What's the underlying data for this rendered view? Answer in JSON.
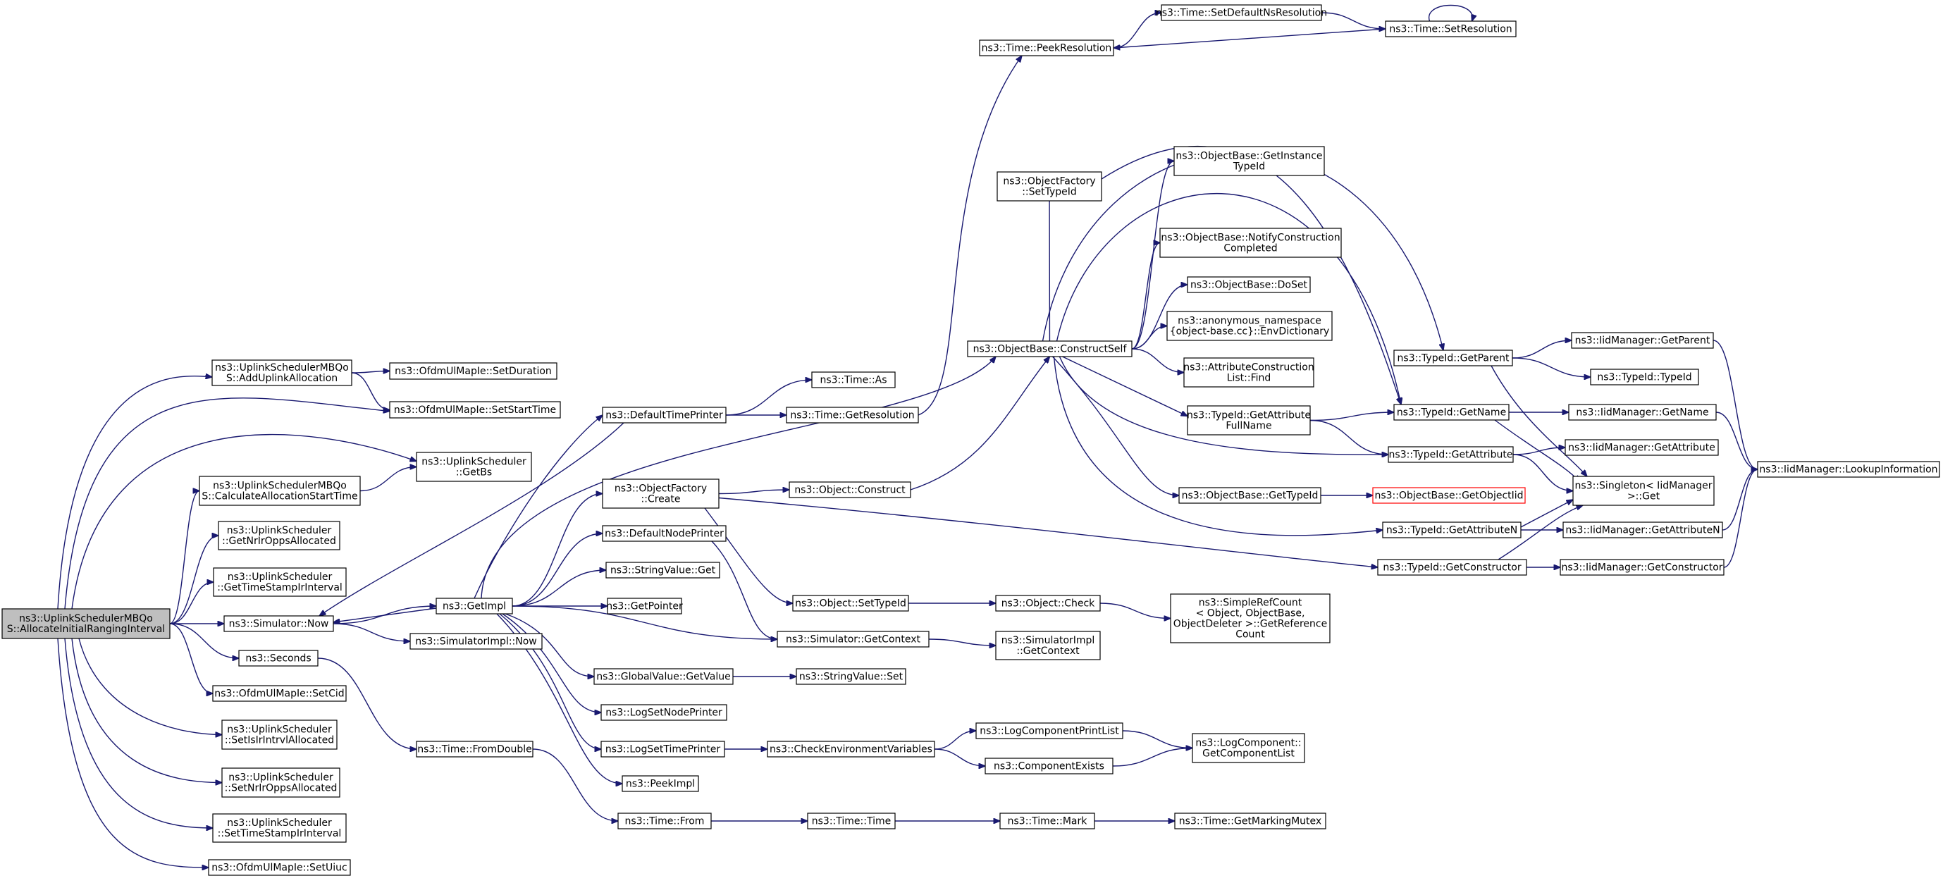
{
  "graph": {
    "edge_color": "#191970",
    "root_fill": "#bfbfbf",
    "external_border": "#ff0000",
    "nodes": [
      {
        "id": "root",
        "lines": [
          "ns3::UplinkSchedulerMBQo",
          "S::AllocateInitialRangingInterval"
        ]
      },
      {
        "id": "addUplink",
        "lines": [
          "ns3::UplinkSchedulerMBQo",
          "S::AddUplinkAllocation"
        ]
      },
      {
        "id": "setDuration",
        "lines": [
          "ns3::OfdmUlMapIe::SetDuration"
        ]
      },
      {
        "id": "setStartTime",
        "lines": [
          "ns3::OfdmUlMapIe::SetStartTime"
        ]
      },
      {
        "id": "getBs",
        "lines": [
          "ns3::UplinkScheduler",
          "::GetBs"
        ]
      },
      {
        "id": "calcAlloc",
        "lines": [
          "ns3::UplinkSchedulerMBQo",
          "S::CalculateAllocationStartTime"
        ]
      },
      {
        "id": "getNrIr",
        "lines": [
          "ns3::UplinkScheduler",
          "::GetNrIrOppsAllocated"
        ]
      },
      {
        "id": "getTimeStamp",
        "lines": [
          "ns3::UplinkScheduler",
          "::GetTimeStampIrInterval"
        ]
      },
      {
        "id": "simNow",
        "lines": [
          "ns3::Simulator::Now"
        ]
      },
      {
        "id": "seconds",
        "lines": [
          "ns3::Seconds"
        ]
      },
      {
        "id": "setCid",
        "lines": [
          "ns3::OfdmUlMapIe::SetCid"
        ]
      },
      {
        "id": "setIsIr",
        "lines": [
          "ns3::UplinkScheduler",
          "::SetIsIrIntrvlAllocated"
        ]
      },
      {
        "id": "setNrIr",
        "lines": [
          "ns3::UplinkScheduler",
          "::SetNrIrOppsAllocated"
        ]
      },
      {
        "id": "setTimeStamp",
        "lines": [
          "ns3::UplinkScheduler",
          "::SetTimeStampIrInterval"
        ]
      },
      {
        "id": "setUiuc",
        "lines": [
          "ns3::OfdmUlMapIe::SetUiuc"
        ]
      },
      {
        "id": "getImpl",
        "lines": [
          "ns3::GetImpl"
        ]
      },
      {
        "id": "simImplNow",
        "lines": [
          "ns3::SimulatorImpl::Now"
        ]
      },
      {
        "id": "fromDouble",
        "lines": [
          "ns3::Time::FromDouble"
        ]
      },
      {
        "id": "defTimePrinter",
        "lines": [
          "ns3::DefaultTimePrinter"
        ]
      },
      {
        "id": "objFactCreate",
        "lines": [
          "ns3::ObjectFactory",
          "::Create"
        ]
      },
      {
        "id": "defNodePrinter",
        "lines": [
          "ns3::DefaultNodePrinter"
        ]
      },
      {
        "id": "strValGet",
        "lines": [
          "ns3::StringValue::Get"
        ]
      },
      {
        "id": "getPointer",
        "lines": [
          "ns3::GetPointer"
        ]
      },
      {
        "id": "gvGetValue",
        "lines": [
          "ns3::GlobalValue::GetValue"
        ]
      },
      {
        "id": "logSetNode",
        "lines": [
          "ns3::LogSetNodePrinter"
        ]
      },
      {
        "id": "logSetTime",
        "lines": [
          "ns3::LogSetTimePrinter"
        ]
      },
      {
        "id": "peekImpl",
        "lines": [
          "ns3::PeekImpl"
        ]
      },
      {
        "id": "timeFrom",
        "lines": [
          "ns3::Time::From"
        ]
      },
      {
        "id": "timeAs",
        "lines": [
          "ns3::Time::As"
        ]
      },
      {
        "id": "timeGetRes",
        "lines": [
          "ns3::Time::GetResolution"
        ]
      },
      {
        "id": "objConstruct",
        "lines": [
          "ns3::Object::Construct"
        ]
      },
      {
        "id": "objSetTypeId",
        "lines": [
          "ns3::Object::SetTypeId"
        ]
      },
      {
        "id": "simGetContext",
        "lines": [
          "ns3::Simulator::GetContext"
        ]
      },
      {
        "id": "strValSet",
        "lines": [
          "ns3::StringValue::Set"
        ]
      },
      {
        "id": "checkEnv",
        "lines": [
          "ns3::CheckEnvironmentVariables"
        ]
      },
      {
        "id": "timeTime",
        "lines": [
          "ns3::Time::Time"
        ]
      },
      {
        "id": "timePeekRes",
        "lines": [
          "ns3::Time::PeekResolution"
        ]
      },
      {
        "id": "setDefNsRes",
        "lines": [
          "ns3::Time::SetDefaultNsResolution"
        ]
      },
      {
        "id": "timeSetRes",
        "lines": [
          "ns3::Time::SetResolution"
        ]
      },
      {
        "id": "objFactSetTypeId",
        "lines": [
          "ns3::ObjectFactory",
          "::SetTypeId"
        ]
      },
      {
        "id": "obConstructSelf",
        "lines": [
          "ns3::ObjectBase::ConstructSelf"
        ]
      },
      {
        "id": "objCheck",
        "lines": [
          "ns3::Object::Check"
        ]
      },
      {
        "id": "simImplGetContext",
        "lines": [
          "ns3::SimulatorImpl",
          "::GetContext"
        ]
      },
      {
        "id": "logCompPrintList",
        "lines": [
          "ns3::LogComponentPrintList"
        ]
      },
      {
        "id": "compExists",
        "lines": [
          "ns3::ComponentExists"
        ]
      },
      {
        "id": "timeMark",
        "lines": [
          "ns3::Time::Mark"
        ]
      },
      {
        "id": "obGetInstance",
        "lines": [
          "ns3::ObjectBase::GetInstance",
          "TypeId"
        ]
      },
      {
        "id": "obNotify",
        "lines": [
          "ns3::ObjectBase::NotifyConstruction",
          "Completed"
        ]
      },
      {
        "id": "obDoSet",
        "lines": [
          "ns3::ObjectBase::DoSet"
        ]
      },
      {
        "id": "anonEnvDict",
        "lines": [
          "ns3::anonymous_namespace",
          "{object-base.cc}::EnvDictionary"
        ]
      },
      {
        "id": "attrConsFind",
        "lines": [
          "ns3::AttributeConstruction",
          "List::Find"
        ]
      },
      {
        "id": "tidGetAttrFull",
        "lines": [
          "ns3::TypeId::GetAttribute",
          "FullName"
        ]
      },
      {
        "id": "obGetTypeId",
        "lines": [
          "ns3::ObjectBase::GetTypeId"
        ]
      },
      {
        "id": "simpleRefCount",
        "lines": [
          "ns3::SimpleRefCount",
          "< Object, ObjectBase,",
          "ObjectDeleter >::GetReference",
          "Count"
        ]
      },
      {
        "id": "logCompGetList",
        "lines": [
          "ns3::LogComponent::",
          "GetComponentList"
        ]
      },
      {
        "id": "timeGetMarking",
        "lines": [
          "ns3::Time::GetMarkingMutex"
        ]
      },
      {
        "id": "obGetObjectIid",
        "lines": [
          "ns3::ObjectBase::GetObjectIid"
        ],
        "external": true
      },
      {
        "id": "tidGetParent",
        "lines": [
          "ns3::TypeId::GetParent"
        ]
      },
      {
        "id": "tidGetName",
        "lines": [
          "ns3::TypeId::GetName"
        ]
      },
      {
        "id": "tidGetAttribute",
        "lines": [
          "ns3::TypeId::GetAttribute"
        ]
      },
      {
        "id": "tidGetAttributeN",
        "lines": [
          "ns3::TypeId::GetAttributeN"
        ]
      },
      {
        "id": "tidGetConstructor",
        "lines": [
          "ns3::TypeId::GetConstructor"
        ]
      },
      {
        "id": "iidGetParent",
        "lines": [
          "ns3::IidManager::GetParent"
        ]
      },
      {
        "id": "tidTypeId",
        "lines": [
          "ns3::TypeId::TypeId"
        ]
      },
      {
        "id": "iidGetName",
        "lines": [
          "ns3::IidManager::GetName"
        ]
      },
      {
        "id": "iidGetAttribute",
        "lines": [
          "ns3::IidManager::GetAttribute"
        ]
      },
      {
        "id": "singletonGet",
        "lines": [
          "ns3::Singleton< IidManager",
          " >::Get"
        ]
      },
      {
        "id": "iidGetAttributeN",
        "lines": [
          "ns3::IidManager::GetAttributeN"
        ]
      },
      {
        "id": "iidGetConstructor",
        "lines": [
          "ns3::IidManager::GetConstructor"
        ]
      },
      {
        "id": "iidLookup",
        "lines": [
          "ns3::IidManager::LookupInformation"
        ]
      }
    ],
    "edges": [
      [
        "root",
        "addUplink"
      ],
      [
        "root",
        "setStartTime"
      ],
      [
        "root",
        "getBs"
      ],
      [
        "root",
        "calcAlloc"
      ],
      [
        "root",
        "getNrIr"
      ],
      [
        "root",
        "getTimeStamp"
      ],
      [
        "root",
        "simNow"
      ],
      [
        "root",
        "seconds"
      ],
      [
        "root",
        "setCid"
      ],
      [
        "root",
        "setIsIr"
      ],
      [
        "root",
        "setNrIr"
      ],
      [
        "root",
        "setTimeStamp"
      ],
      [
        "root",
        "setUiuc"
      ],
      [
        "addUplink",
        "setDuration"
      ],
      [
        "addUplink",
        "setStartTime"
      ],
      [
        "calcAlloc",
        "getBs"
      ],
      [
        "simNow",
        "getImpl"
      ],
      [
        "simNow",
        "simImplNow"
      ],
      [
        "seconds",
        "fromDouble"
      ],
      [
        "getImpl",
        "defTimePrinter"
      ],
      [
        "getImpl",
        "objFactCreate"
      ],
      [
        "getImpl",
        "defNodePrinter"
      ],
      [
        "getImpl",
        "strValGet"
      ],
      [
        "getImpl",
        "getPointer"
      ],
      [
        "getImpl",
        "gvGetValue"
      ],
      [
        "getImpl",
        "logSetNode"
      ],
      [
        "getImpl",
        "logSetTime"
      ],
      [
        "getImpl",
        "peekImpl"
      ],
      [
        "getImpl",
        "simNow"
      ],
      [
        "getImpl",
        "simGetContext"
      ],
      [
        "getImpl",
        "obConstructSelf"
      ],
      [
        "fromDouble",
        "timeFrom"
      ],
      [
        "defTimePrinter",
        "timeAs"
      ],
      [
        "defTimePrinter",
        "timeGetRes"
      ],
      [
        "defTimePrinter",
        "simNow"
      ],
      [
        "objFactCreate",
        "objConstruct"
      ],
      [
        "objFactCreate",
        "objSetTypeId"
      ],
      [
        "objFactCreate",
        "tidGetConstructor"
      ],
      [
        "defNodePrinter",
        "simGetContext"
      ],
      [
        "gvGetValue",
        "strValSet"
      ],
      [
        "logSetTime",
        "checkEnv"
      ],
      [
        "timeFrom",
        "timeTime"
      ],
      [
        "timeGetRes",
        "timePeekRes"
      ],
      [
        "objConstruct",
        "obConstructSelf"
      ],
      [
        "objSetTypeId",
        "objCheck"
      ],
      [
        "simGetContext",
        "simImplGetContext"
      ],
      [
        "checkEnv",
        "logCompPrintList"
      ],
      [
        "checkEnv",
        "compExists"
      ],
      [
        "timeTime",
        "timeMark"
      ],
      [
        "timePeekRes",
        "setDefNsRes"
      ],
      [
        "setDefNsRes",
        "timeSetRes"
      ],
      [
        "timeSetRes",
        "timePeekRes"
      ],
      [
        "timeSetRes",
        "timeSetRes"
      ],
      [
        "objFactSetTypeId",
        "tidGetName"
      ],
      [
        "obConstructSelf",
        "objFactSetTypeId"
      ],
      [
        "obConstructSelf",
        "obGetInstance"
      ],
      [
        "obConstructSelf",
        "obNotify"
      ],
      [
        "obConstructSelf",
        "obDoSet"
      ],
      [
        "obConstructSelf",
        "anonEnvDict"
      ],
      [
        "obConstructSelf",
        "attrConsFind"
      ],
      [
        "obConstructSelf",
        "tidGetAttrFull"
      ],
      [
        "obConstructSelf",
        "obGetTypeId"
      ],
      [
        "obConstructSelf",
        "tidGetParent"
      ],
      [
        "obConstructSelf",
        "tidGetName"
      ],
      [
        "obConstructSelf",
        "tidGetAttribute"
      ],
      [
        "obConstructSelf",
        "tidGetAttributeN"
      ],
      [
        "objCheck",
        "simpleRefCount"
      ],
      [
        "logCompPrintList",
        "logCompGetList"
      ],
      [
        "compExists",
        "logCompGetList"
      ],
      [
        "timeMark",
        "timeGetMarking"
      ],
      [
        "tidGetAttrFull",
        "tidGetName"
      ],
      [
        "tidGetAttrFull",
        "tidGetAttribute"
      ],
      [
        "obGetTypeId",
        "obGetObjectIid"
      ],
      [
        "tidGetParent",
        "iidGetParent"
      ],
      [
        "tidGetParent",
        "tidTypeId"
      ],
      [
        "tidGetParent",
        "singletonGet"
      ],
      [
        "tidGetName",
        "iidGetName"
      ],
      [
        "tidGetName",
        "singletonGet"
      ],
      [
        "tidGetAttribute",
        "iidGetAttribute"
      ],
      [
        "tidGetAttribute",
        "singletonGet"
      ],
      [
        "tidGetAttributeN",
        "iidGetAttributeN"
      ],
      [
        "tidGetAttributeN",
        "singletonGet"
      ],
      [
        "tidGetConstructor",
        "iidGetConstructor"
      ],
      [
        "tidGetConstructor",
        "singletonGet"
      ],
      [
        "iidGetParent",
        "iidLookup"
      ],
      [
        "iidGetName",
        "iidLookup"
      ],
      [
        "iidGetAttributeN",
        "iidLookup"
      ],
      [
        "iidGetConstructor",
        "iidLookup"
      ]
    ]
  }
}
